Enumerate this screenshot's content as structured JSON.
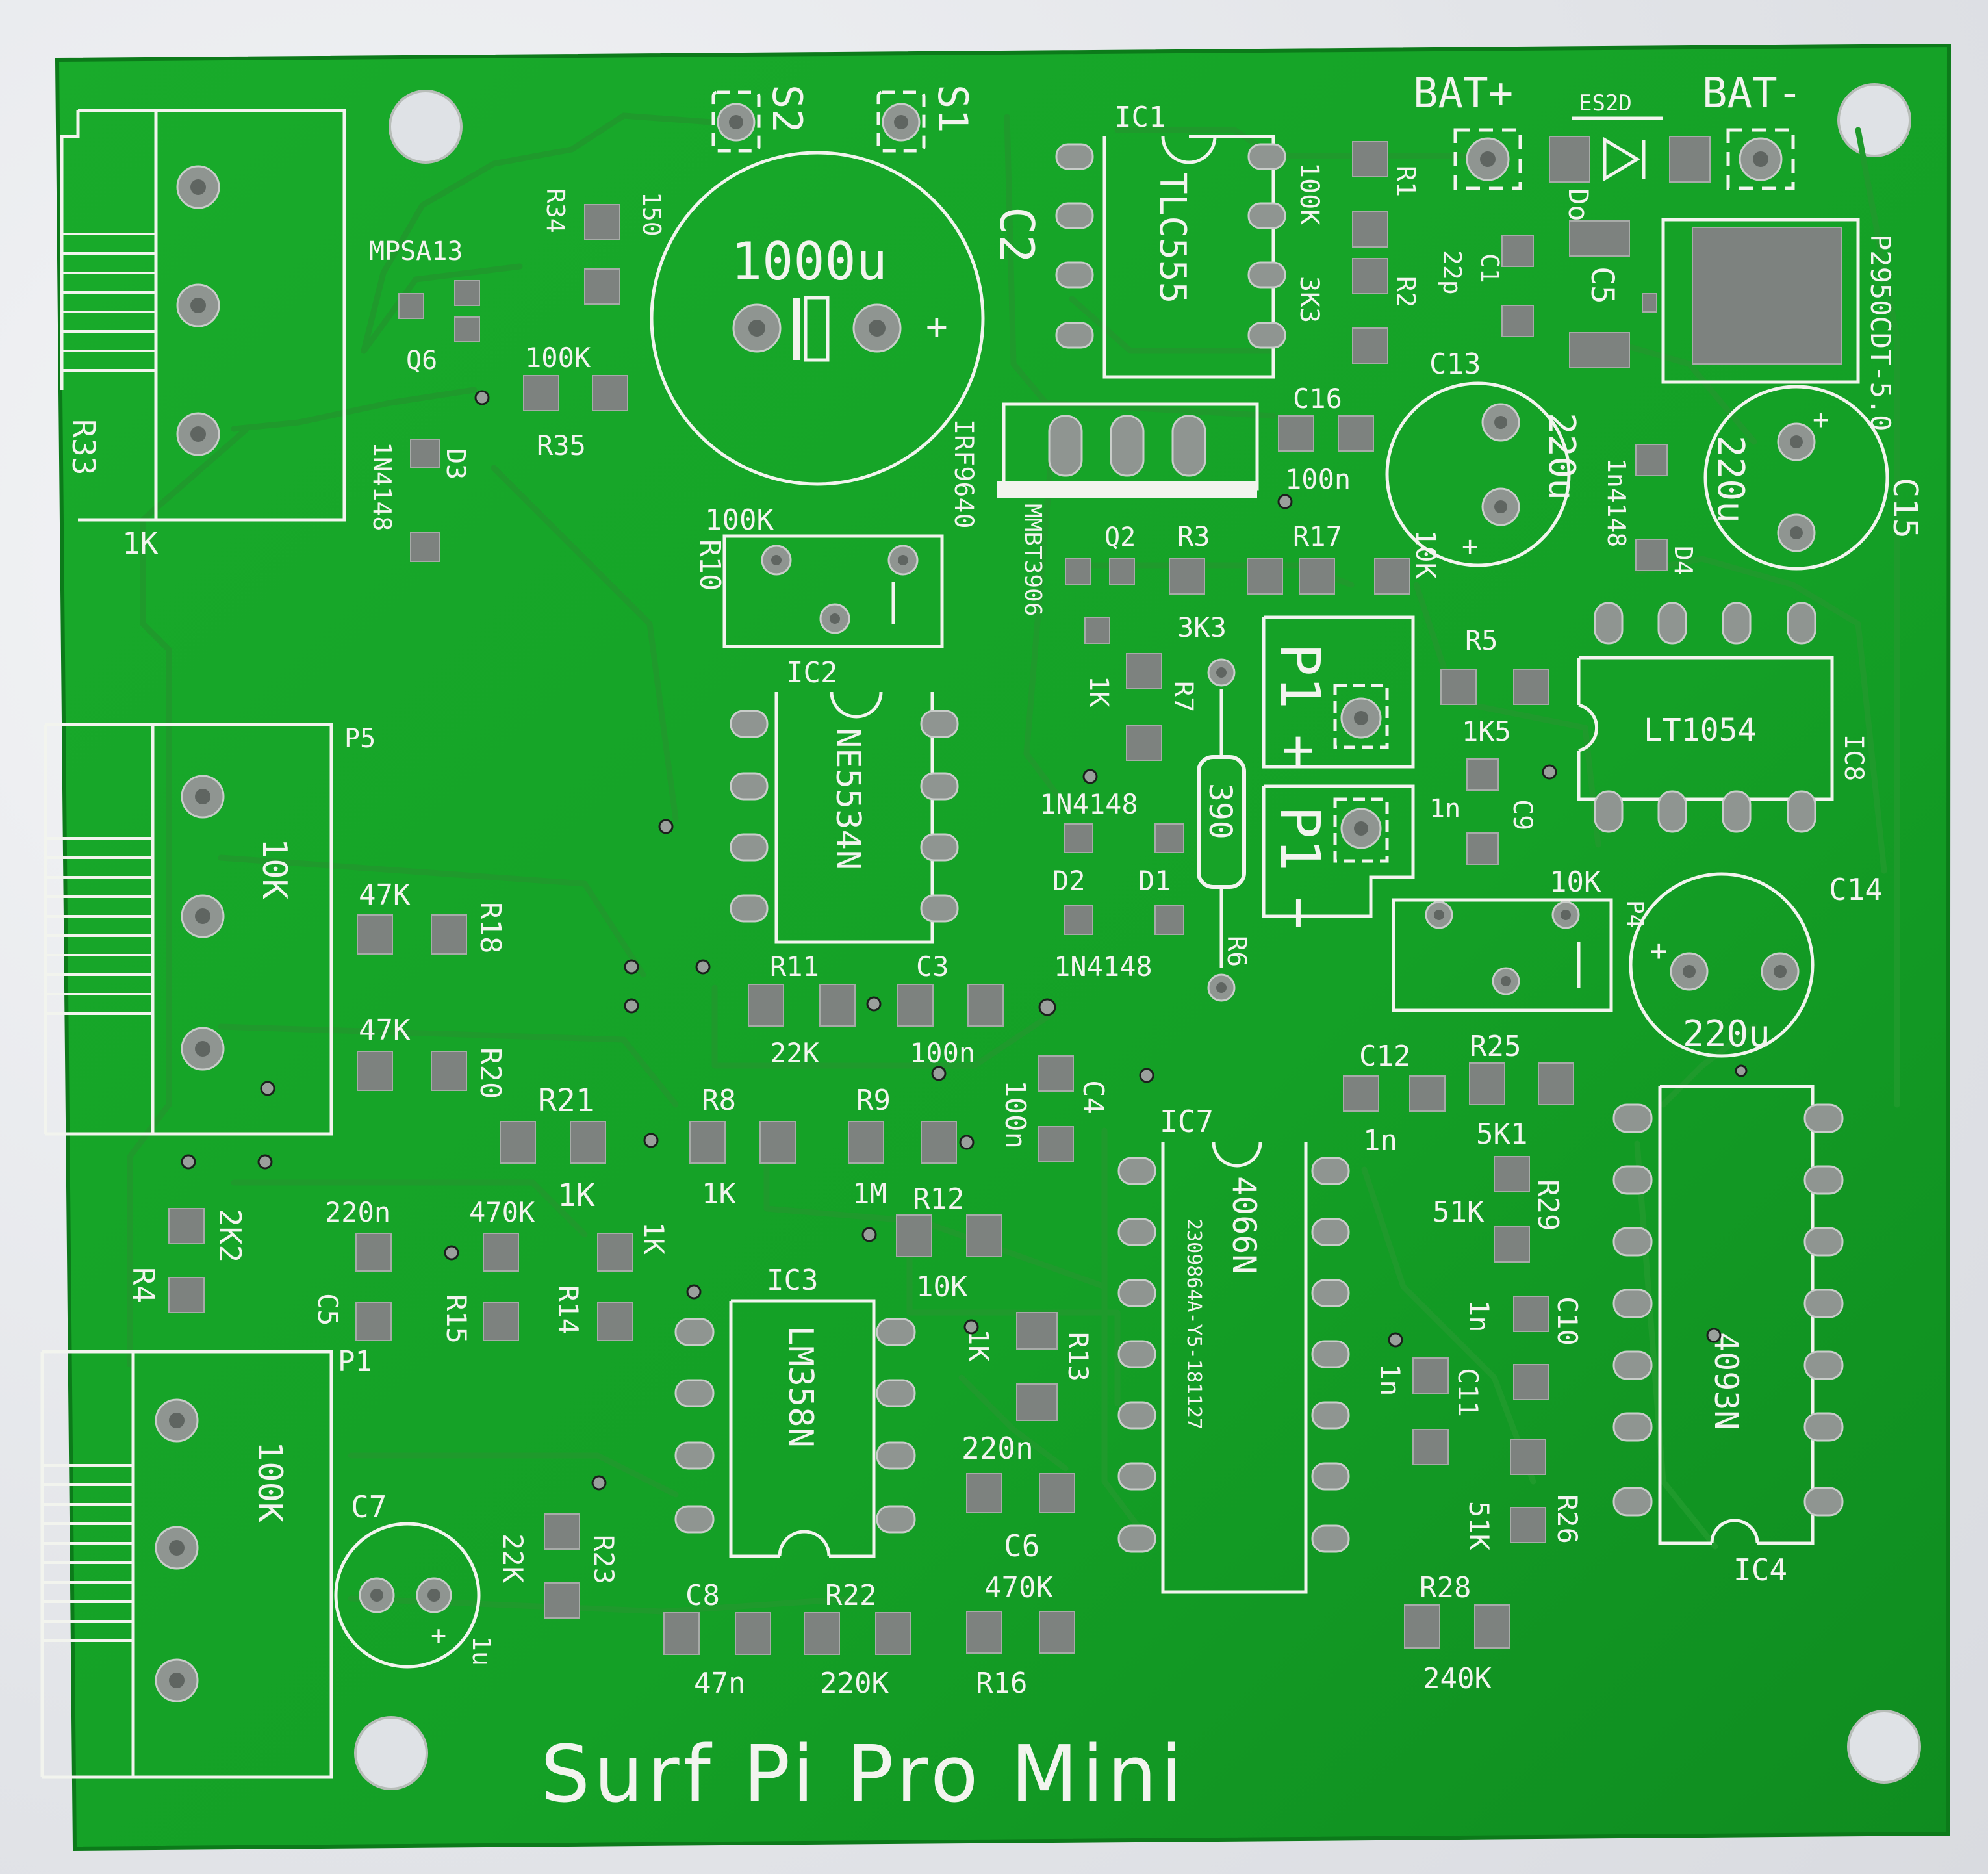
{
  "board": {
    "title": "Surf Pi Pro Mini",
    "colors": {
      "board": "#17a328",
      "board_dark": "#0f8a1e",
      "silkscreen": "#f2f4ee",
      "pad": "#8f9591",
      "background": "#e6e8ec"
    }
  },
  "labels": {
    "s2": "S2",
    "s1": "S1",
    "bat_plus": "BAT+",
    "es2d": "ES2D",
    "bat_minus": "BAT-",
    "ic1": "IC1",
    "tlc555": "TLC555",
    "c2": "C2",
    "cap_1000u": "1000u",
    "mpsa13": "MPSA13",
    "r34": "R34",
    "v150": "150",
    "q6": "Q6",
    "v100k_a": "100K",
    "r35": "R35",
    "d3": "D3",
    "n1n4148_a": "1N4148",
    "r33": "R33",
    "v1k_a": "1K",
    "r1": "R1",
    "v100k_b": "100K",
    "r2": "R2",
    "v22p": "22p",
    "v3k3_a": "3K3",
    "c1": "C1",
    "do": "Do",
    "c5a": "C5",
    "p2950": "P2950CDT-5.0",
    "c13": "C13",
    "v220u_a": "220u",
    "c16": "C16",
    "v100n_a": "100n",
    "c15": "C15",
    "v220u_b": "220u",
    "n1n4148_b": "1n4148",
    "d4": "D4",
    "irf9640": "IRF9640",
    "mmbt3906": "MMBT3906",
    "q2": "Q2",
    "r3": "R3",
    "r17": "R17",
    "v10k_a": "10K",
    "v3k3_b": "3K3",
    "r10": "R10",
    "v100k_c": "100K",
    "ic2": "IC2",
    "ne5534n": "NE5534N",
    "v1k_b": "1K",
    "r7": "R7",
    "p1a": "P1",
    "p1b": "P1",
    "v390": "390",
    "n1n4148_c": "1N4148",
    "d2": "D2",
    "d1": "D1",
    "n1n4148_d": "1N4148",
    "r6": "R6",
    "r5": "R5",
    "v1k5": "1K5",
    "ic8": "IC8",
    "lt1054": "LT1054",
    "v1n_a": "1n",
    "c9": "C9",
    "v10k_b": "10K",
    "p4": "P4",
    "c14": "C14",
    "v220u_c": "220u",
    "p5": "P5",
    "v10k_c": "10K",
    "v47k_a": "47K",
    "r18": "R18",
    "v47k_b": "47K",
    "r20": "R20",
    "r11": "R11",
    "c3": "C3",
    "v22k_a": "22K",
    "v100n_b": "100n",
    "r21": "R21",
    "v1k_c": "1K",
    "r8": "R8",
    "v1k_d": "1K",
    "r9": "R9",
    "v1m": "1M",
    "c4": "C4",
    "v100n_c": "100n",
    "r12": "R12",
    "v10k_d": "10K",
    "ic7": "IC7",
    "n4066n": "4066N",
    "code": "2309864A-Y5-181127",
    "c12": "C12",
    "v1n_b": "1n",
    "r25": "R25",
    "v5k1": "5K1",
    "v51k_a": "51K",
    "r29": "R29",
    "r4": "R4",
    "v2k2": "2K2",
    "v220n_a": "220n",
    "c5b": "C5",
    "v470k_a": "470K",
    "r15": "R15",
    "r14": "R14",
    "v1k_e": "1K",
    "p1c": "P1",
    "v100k_d": "100K",
    "ic3": "IC3",
    "lm358n": "LM358N",
    "v1k_f": "1K",
    "r13": "R13",
    "v220n_b": "220n",
    "c6": "C6",
    "v470k_b": "470K",
    "c10": "C10",
    "v1n_c": "1n",
    "v1n_d": "1n",
    "c11": "C11",
    "v51k_b": "51K",
    "r26": "R26",
    "n4093n": "4093N",
    "ic4": "IC4",
    "c7": "C7",
    "v1u": "1u",
    "v22k_b": "22K",
    "r23": "R23",
    "c8": "C8",
    "r22": "R22",
    "v47n": "47n",
    "v220k": "220K",
    "r16": "R16",
    "r28": "R28",
    "v240k": "240K",
    "plus": "+",
    "minus": "−"
  }
}
